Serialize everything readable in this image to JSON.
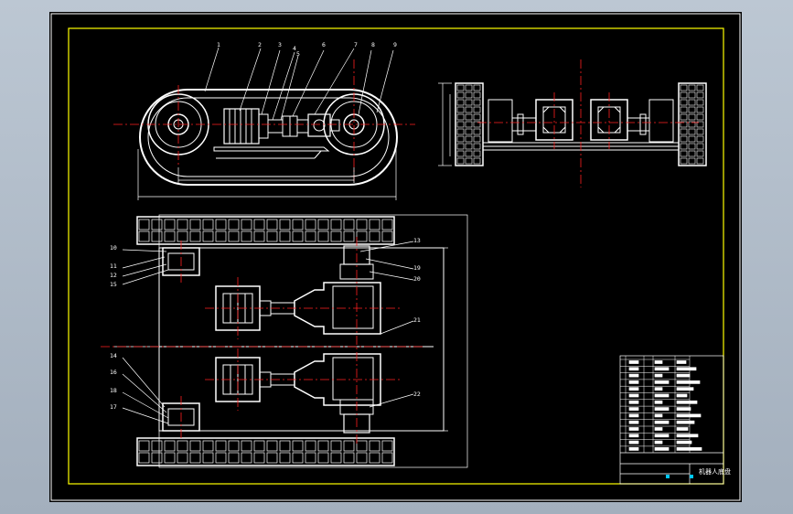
{
  "callouts_top": [
    "1",
    "2",
    "3",
    "4",
    "5",
    "6",
    "7",
    "8",
    "9"
  ],
  "callouts_plan": [
    "10",
    "11",
    "12",
    "13",
    "14",
    "15",
    "16",
    "17",
    "18",
    "19",
    "20",
    "21",
    "22"
  ],
  "title_block": {
    "drawing_title": "机器人底盘"
  },
  "colors": {
    "background": "#000000",
    "frame": "#ffff00",
    "linework": "#ffffff",
    "centerline": "#ff2020",
    "leader": "#ffffff",
    "accent": "#00c8ff"
  }
}
